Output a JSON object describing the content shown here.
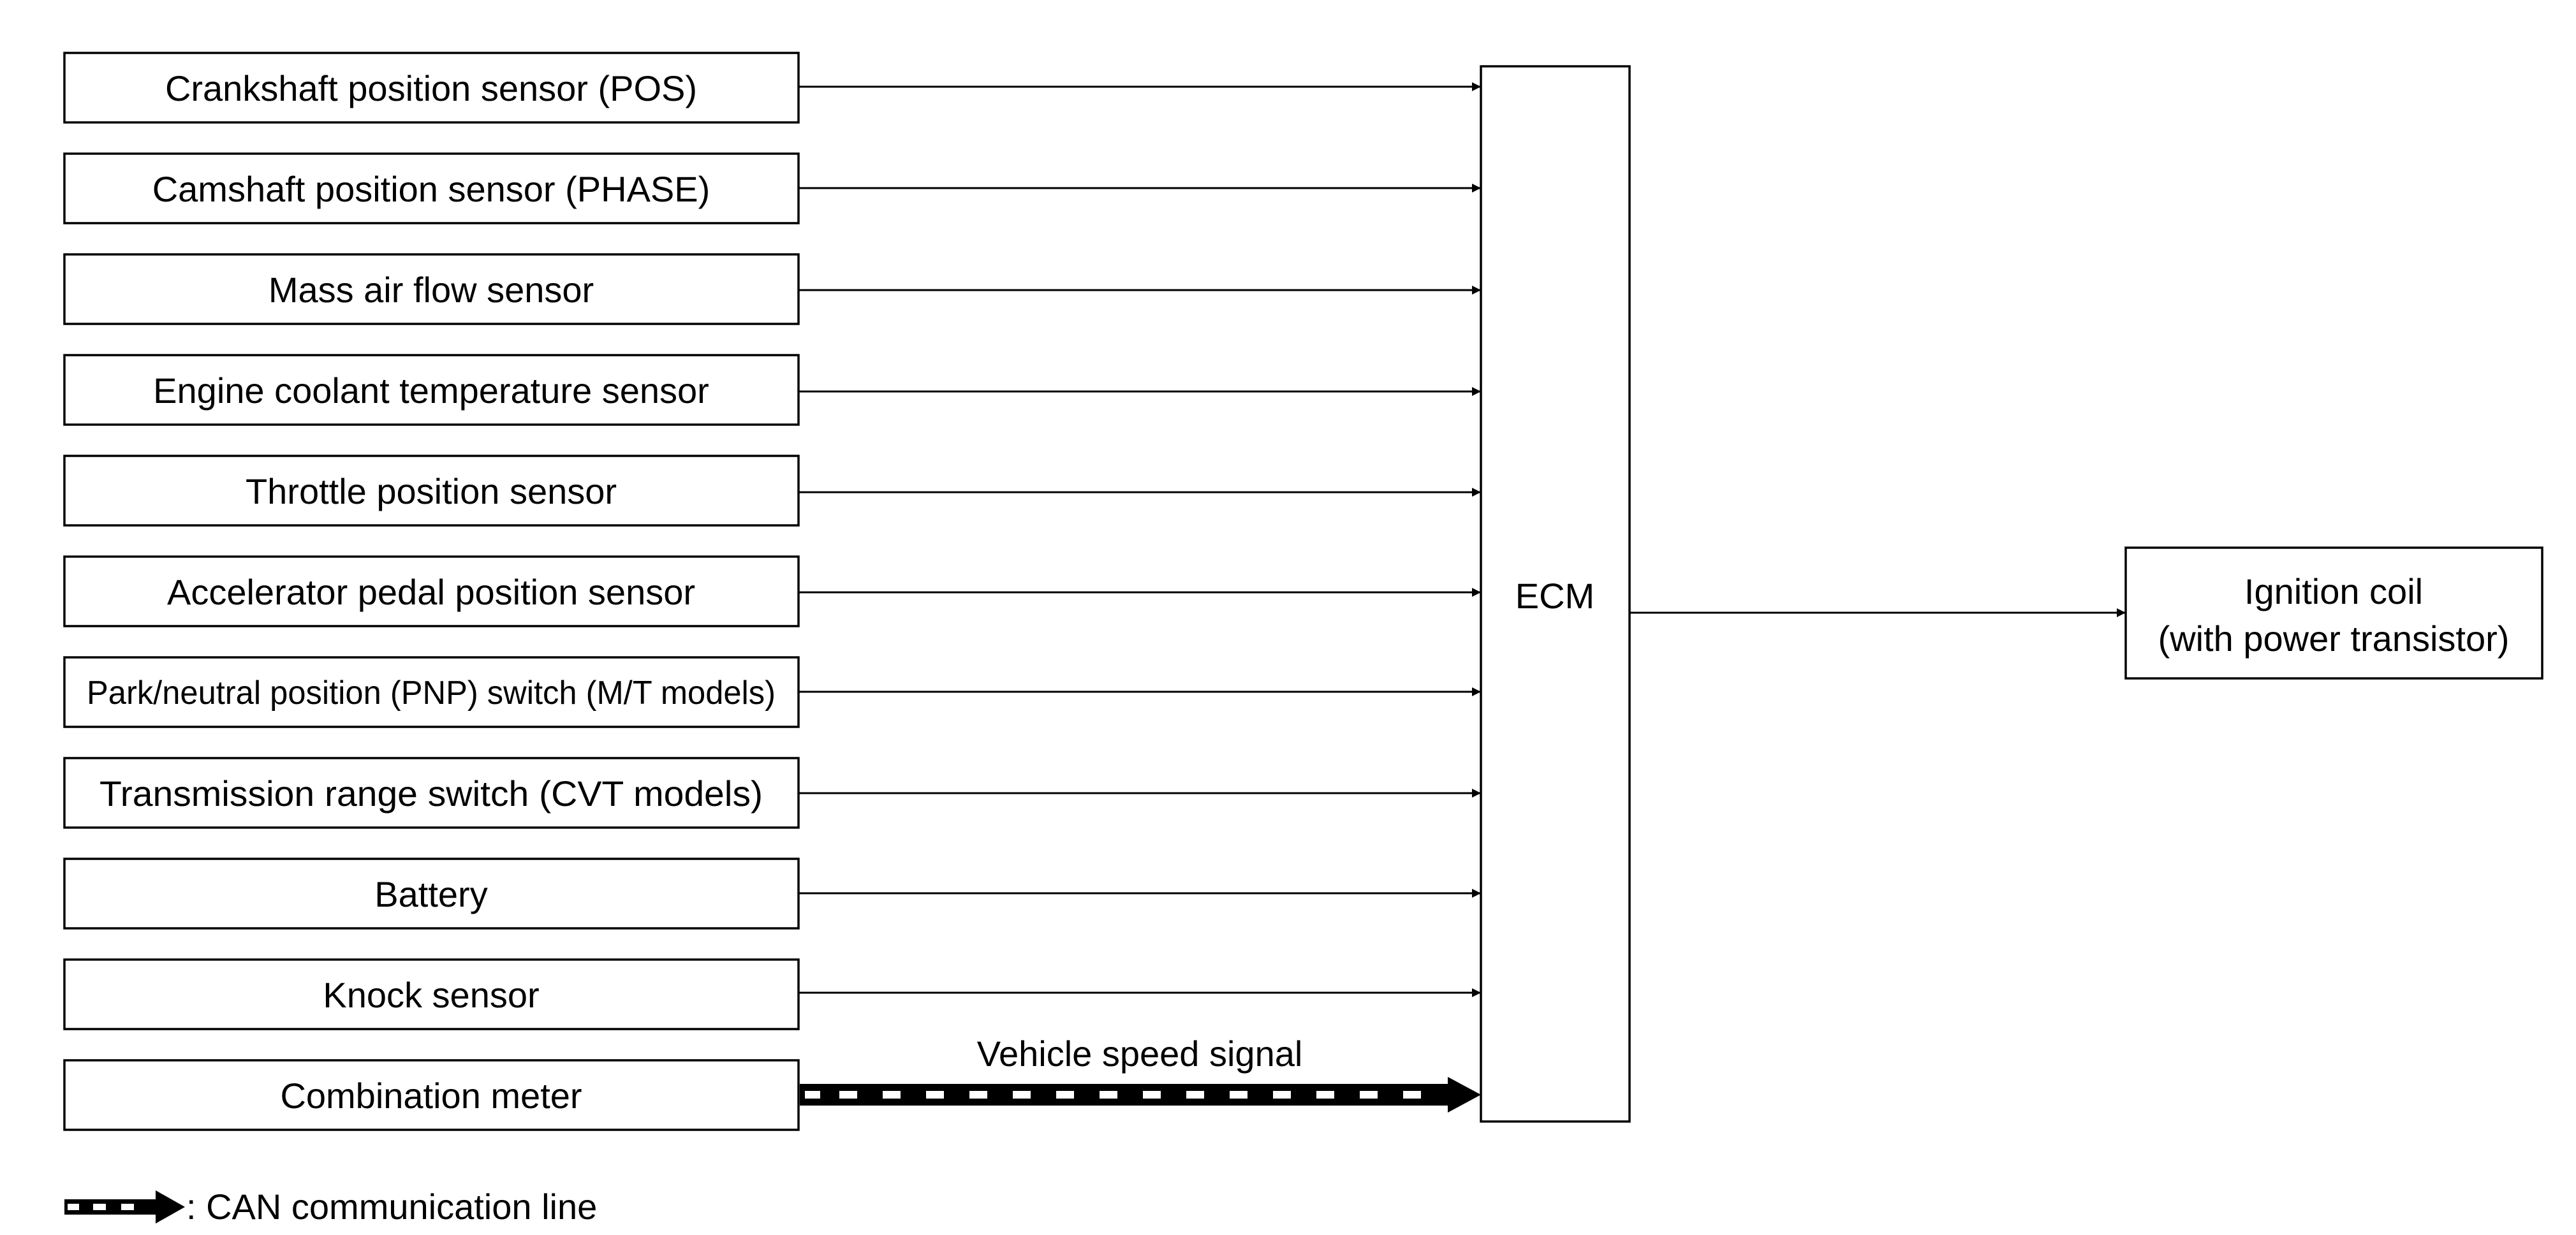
{
  "inputs": [
    {
      "label": "Crankshaft position sensor (POS)"
    },
    {
      "label": "Camshaft position sensor (PHASE)"
    },
    {
      "label": "Mass air flow sensor"
    },
    {
      "label": "Engine coolant temperature sensor"
    },
    {
      "label": "Throttle position sensor"
    },
    {
      "label": "Accelerator pedal position sensor"
    },
    {
      "label": "Park/neutral position (PNP) switch (M/T models)"
    },
    {
      "label": "Transmission range switch (CVT models)"
    },
    {
      "label": "Battery"
    },
    {
      "label": "Knock sensor"
    },
    {
      "label": "Combination meter"
    }
  ],
  "controller": {
    "label": "ECM"
  },
  "output": {
    "line1": "Ignition coil",
    "line2": "(with power transistor)"
  },
  "can_signal": {
    "label": "Vehicle speed signal"
  },
  "legend": {
    "text": ": CAN communication line"
  }
}
